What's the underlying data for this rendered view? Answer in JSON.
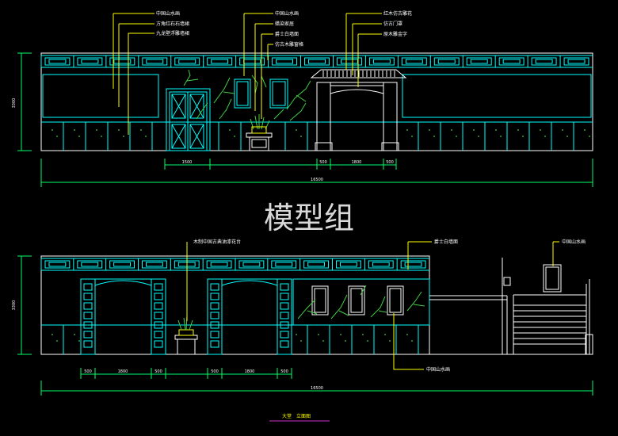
{
  "colors": {
    "background": "#000000",
    "structure": "#ffffff",
    "frame": "#00ffff",
    "annotation": "#ffff00",
    "dimension": "#00ff66",
    "vine": "#44cc44",
    "title_underline": "#cc33cc"
  },
  "watermark": "模型组",
  "top_elevation": {
    "callouts": [
      "中国山水画",
      "方角红石石墙裙",
      "九龙壁浮雕墙裙",
      "中国山水画",
      "蜡染家居",
      "爵士白墙面",
      "仿古木雕窗格",
      "红木仿古雕花",
      "仿古门罩",
      "原木雕金字"
    ],
    "height_dim": "3300",
    "dims": [
      "1500",
      "500",
      "1800",
      "500"
    ],
    "total_dim": "16500"
  },
  "bottom_elevation": {
    "callouts": [
      "木制中国古典油漆花台",
      "爵士白墙面",
      "中国山水画",
      "中国山水画"
    ],
    "height_dim": "3300",
    "dims": [
      "500",
      "1800",
      "500",
      "500",
      "1800",
      "500"
    ],
    "total_dim": "16500"
  },
  "caption": {
    "name": "大堂",
    "label": "立面图"
  }
}
